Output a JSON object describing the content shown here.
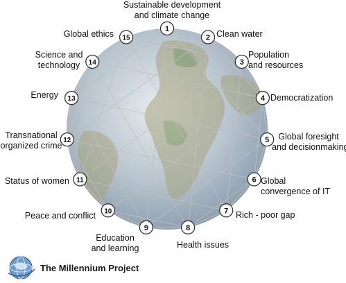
{
  "nodes": [
    {
      "num": "1",
      "label": "Sustainable development\nand climate change"
    },
    {
      "num": "2",
      "label": "Clean water"
    },
    {
      "num": "3",
      "label": "Population\nand resources"
    },
    {
      "num": "4",
      "label": "Democratization"
    },
    {
      "num": "5",
      "label": "Global foresight\nand decisionmaking"
    },
    {
      "num": "6",
      "label": "Global\nconvergence of IT"
    },
    {
      "num": "7",
      "label": "Rich - poor gap"
    },
    {
      "num": "8",
      "label": "Health issues"
    },
    {
      "num": "9",
      "label": "Education\nand learning"
    },
    {
      "num": "10",
      "label": "Peace and conflict"
    },
    {
      "num": "11",
      "label": "Status of women"
    },
    {
      "num": "12",
      "label": "Transnational\norganized crime"
    },
    {
      "num": "13",
      "label": "Energy"
    },
    {
      "num": "14",
      "label": "Science and\ntechnology"
    },
    {
      "num": "15",
      "label": "Global ethics"
    }
  ],
  "footer": {
    "title": "The Millennium Project",
    "logo_icon": "globe-logo-icon"
  },
  "colors": {
    "node_fill": "#ffffff",
    "node_stroke": "#333333",
    "line": "#bfbfbf",
    "ocean": "#9fb3c8",
    "land": "#b8b49a"
  }
}
